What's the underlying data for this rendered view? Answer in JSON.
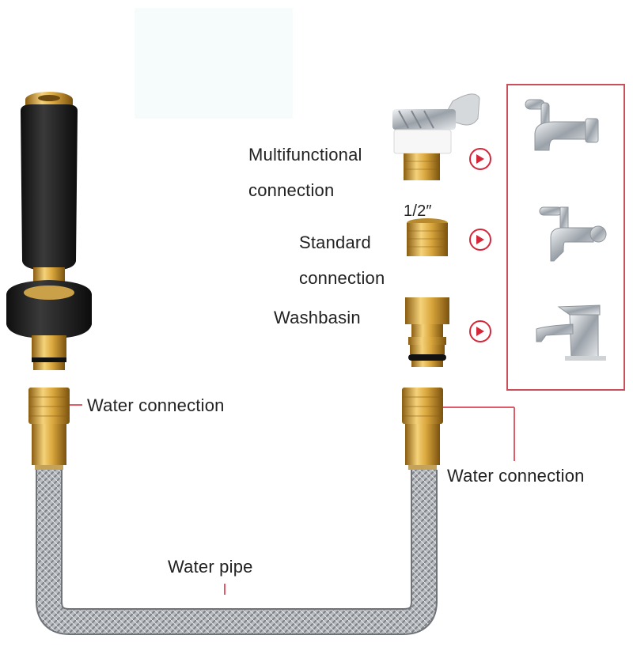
{
  "labels": {
    "multifunctional_line1": "Multifunctional",
    "multifunctional_line2": "connection",
    "size": "1/2″",
    "standard_line1": "Standard",
    "standard_line2": "connection",
    "washbasin": "Washbasin",
    "water_connection_left": "Water connection",
    "water_connection_right": "Water connection",
    "water_pipe": "Water pipe"
  },
  "colors": {
    "accent_red": "#d3283a",
    "frame_border": "#c9505a",
    "brass": "#d4a23a",
    "rubber_black": "#1c1c1c",
    "hose_gray": "#9ea3a8"
  },
  "icons": [
    "arrow-right-circle-icon",
    "tap-icon",
    "basin-faucet-icon"
  ]
}
